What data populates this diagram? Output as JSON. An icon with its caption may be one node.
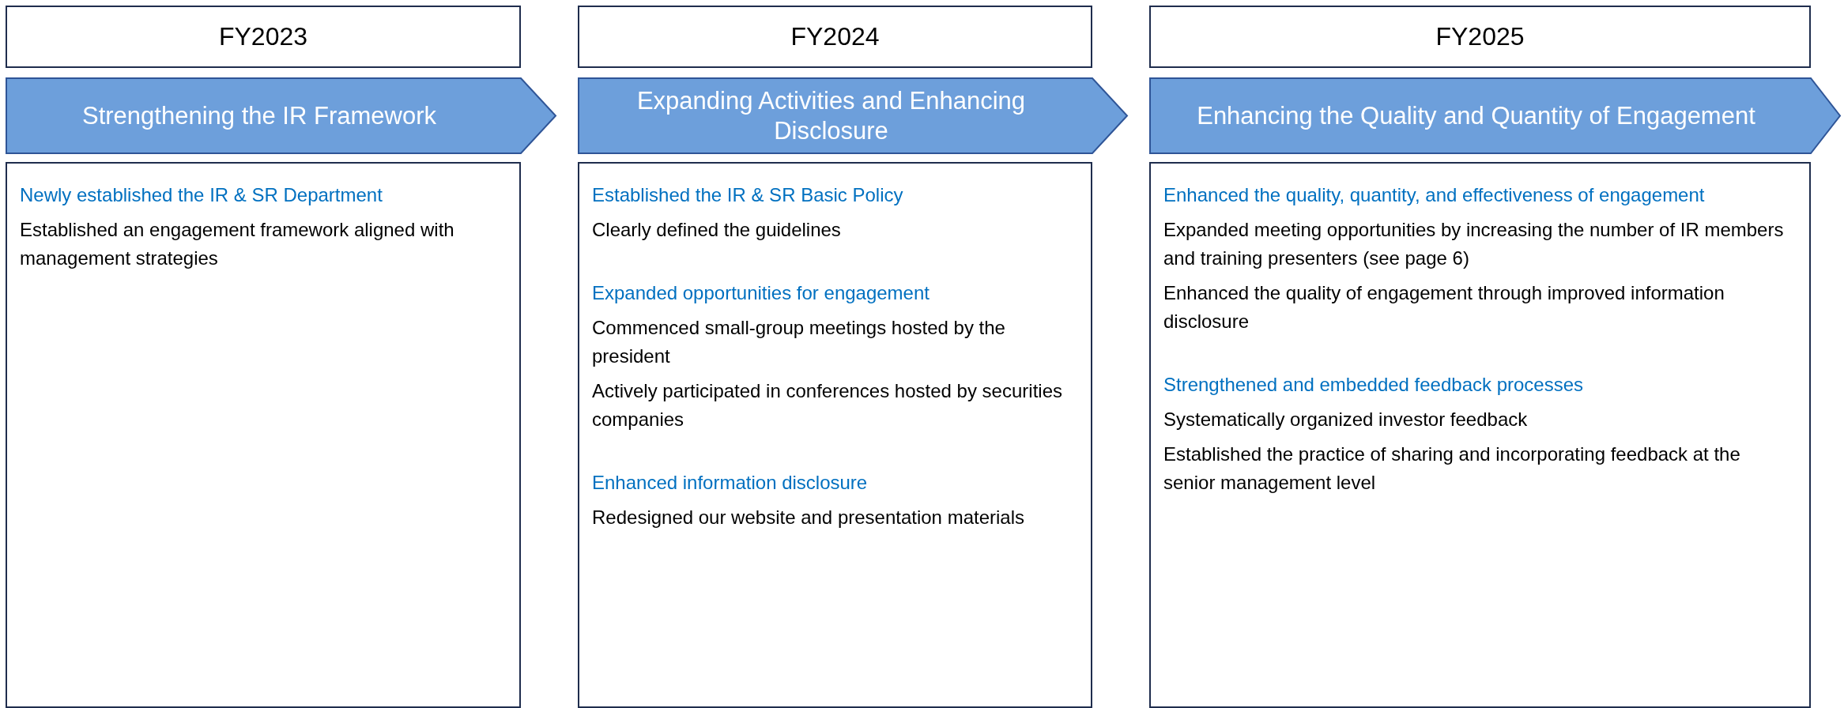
{
  "diagram": {
    "nodes": [
      {
        "text": [
          "FY2023"
        ]
      },
      {
        "text": [
          "FY2024"
        ]
      },
      {
        "text": [
          "FY2025"
        ]
      },
      {
        "text": [
          "Strengthening the IR Framework"
        ]
      },
      {
        "text": [
          "Expanding Activities and Enhancing Disclosure"
        ]
      },
      {
        "text": [
          "Enhancing the Quality and Quantity of Engagement"
        ]
      },
      {
        "text": [
          "Newly established the IR & SR Department",
          "Established an engagement framework aligned with management strategies"
        ]
      },
      {
        "text": [
          "Established the IR & SR Basic Policy",
          "Clearly defined the guidelines",
          "Expanded opportunities for engagement",
          "Commenced small-group meetings hosted by the president",
          "Actively participated in conferences hosted by securities companies",
          "Enhanced information disclosure",
          "Redesigned our website and presentation materials"
        ]
      },
      {
        "text": [
          "Enhanced the quality, quantity, and effectiveness of engagement",
          "Expanded meeting opportunities by increasing the number of IR members and training presenters (see page 6)",
          "Enhanced the quality of engagement through improved information disclosure",
          "Strengthened and embedded feedback processes",
          "Systematically organized investor feedback",
          "Established the practice of sharing and incorporating feedback at the senior management level"
        ]
      }
    ]
  }
}
